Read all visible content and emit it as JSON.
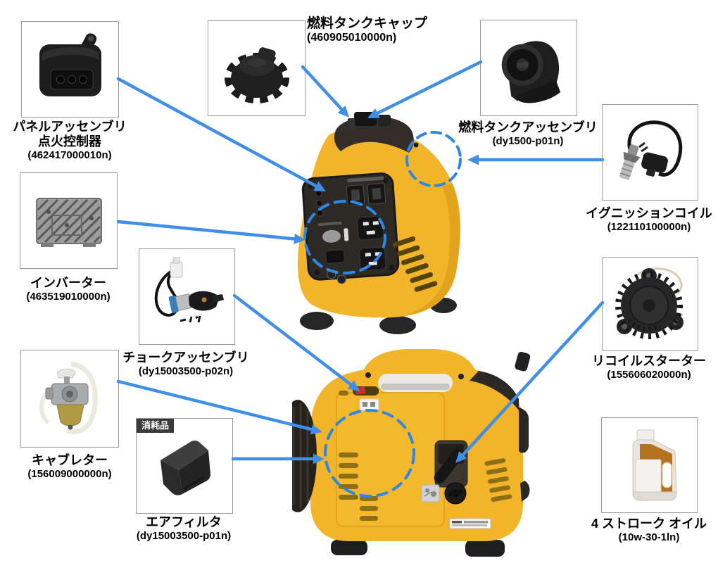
{
  "diagram": {
    "title": "generator-parts-diagram",
    "colors": {
      "arrow_blue": "#3f8ee8",
      "circle_blue": "#2e86e6",
      "generator_yellow": "#f2b52a",
      "dark_trim": "#322d29"
    },
    "parts": [
      {
        "name": "パネルアッセンブリ",
        "name2": "点火控制器",
        "part_no": "(462417000010n)"
      },
      {
        "name": "燃料タンクキャップ",
        "part_no": "(460905010000n)"
      },
      {
        "name": "燃料タンクアッセンブリ",
        "part_no": "(dy1500-p01n)"
      },
      {
        "name": "イグニッションコイル",
        "part_no": "(122110100000n)"
      },
      {
        "name": "インバーター",
        "part_no": "(463519010000n)"
      },
      {
        "name": "チョークアッセンブリ",
        "part_no": "(dy15003500-p02n)"
      },
      {
        "name": "キャブレター",
        "part_no": "(156009000000n)"
      },
      {
        "name": "エアフィルタ",
        "part_no": "(dy15003500-p01n)",
        "badge": "消耗品"
      },
      {
        "name": "リコイルスターター",
        "part_no": "(155606020000n)"
      },
      {
        "name": "4 ストローク オイル",
        "part_no": "(10w-30-1ln)"
      }
    ]
  }
}
